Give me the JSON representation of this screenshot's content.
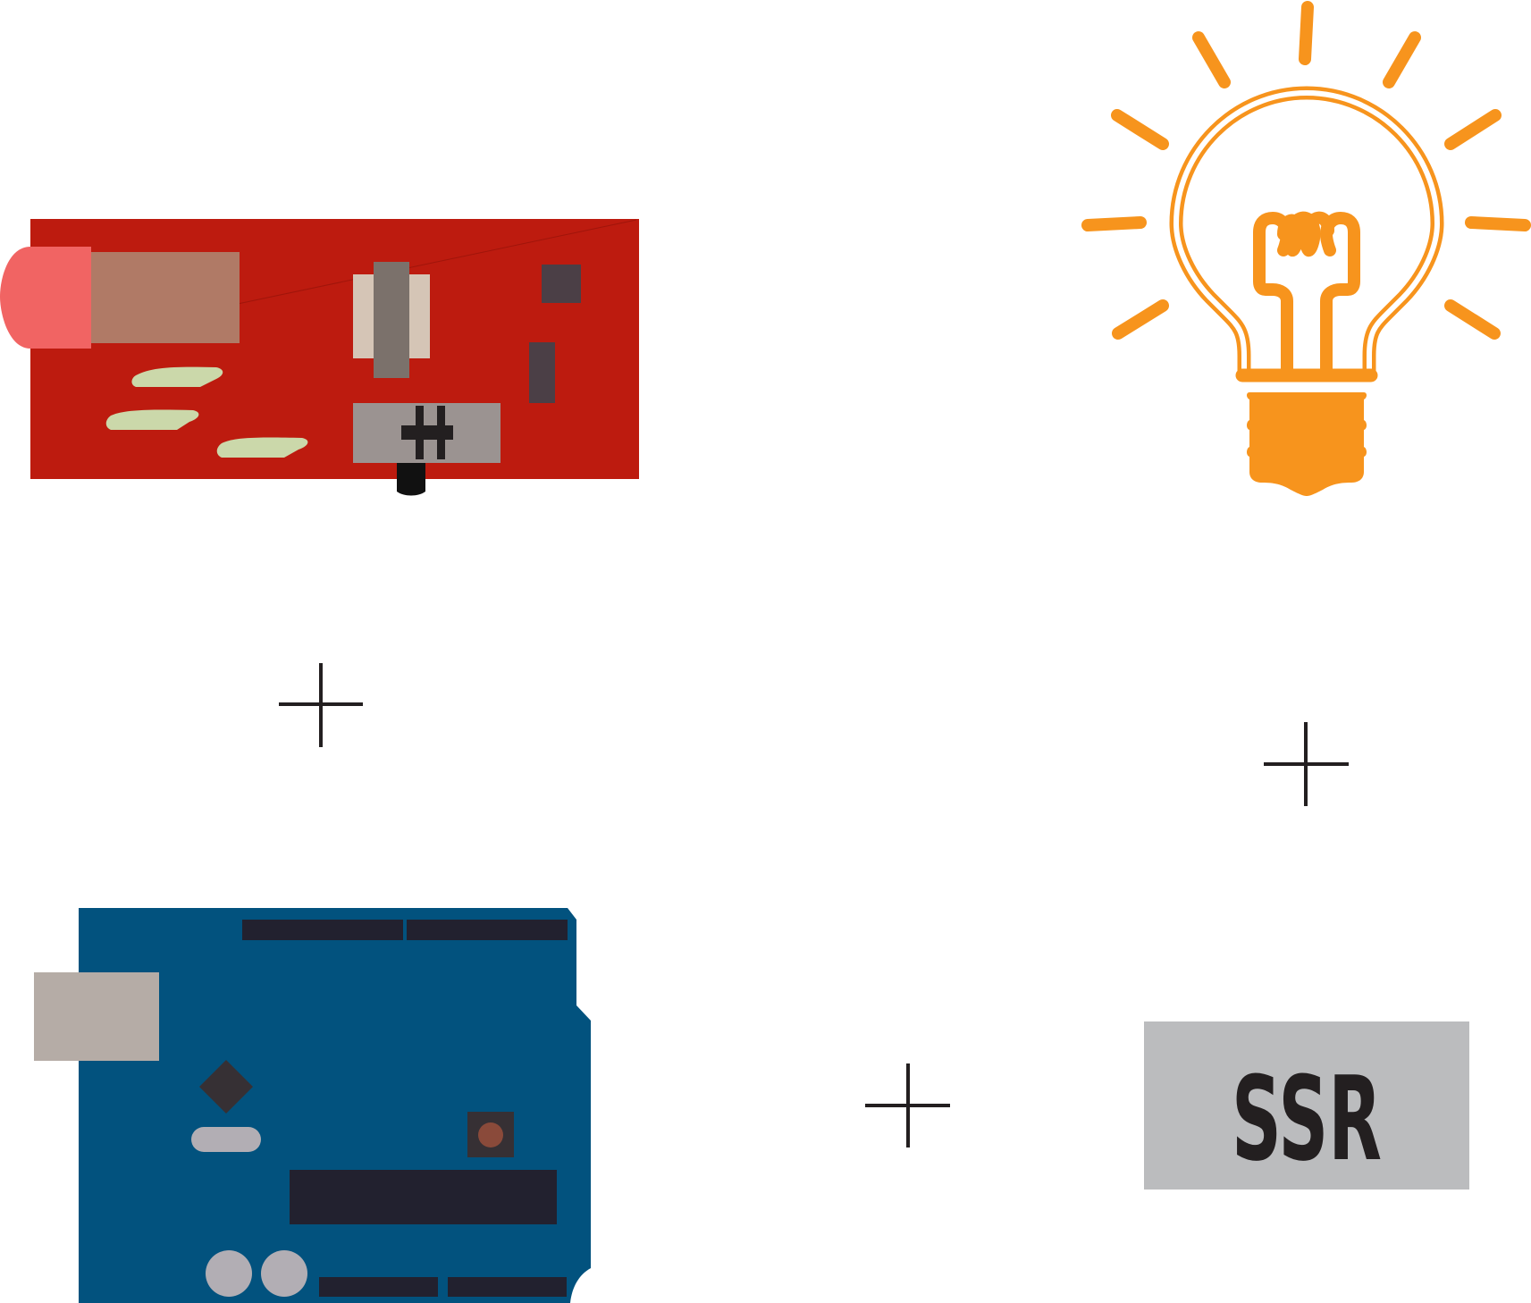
{
  "components": {
    "rf_module": {
      "name": "rf-module",
      "colors": {
        "board": "#bd1b0f",
        "antenna": "#f16463",
        "connector": "#b07a66",
        "chip": "#4b3f46",
        "pads": "#cbd8aa",
        "switch": "#9b9391",
        "header_light": "#d5c5b6",
        "header_dark": "#7b716b"
      }
    },
    "light_bulb": {
      "name": "light-bulb",
      "colors": {
        "stroke": "#f7941d"
      }
    },
    "arduino_board": {
      "name": "arduino-board",
      "colors": {
        "board": "#02527e",
        "usb": "#b5aca6",
        "header": "#22212f",
        "chip_dark": "#363034",
        "button_red": "#8a4a3a",
        "mount_hole": "#b2aeb4"
      }
    },
    "ssr_relay": {
      "name": "ssr-relay",
      "label": "SSR",
      "colors": {
        "body": "#bbbcbe",
        "text": "#231f20"
      }
    }
  },
  "markers": {
    "symbol": "+",
    "color": "#231f20"
  }
}
